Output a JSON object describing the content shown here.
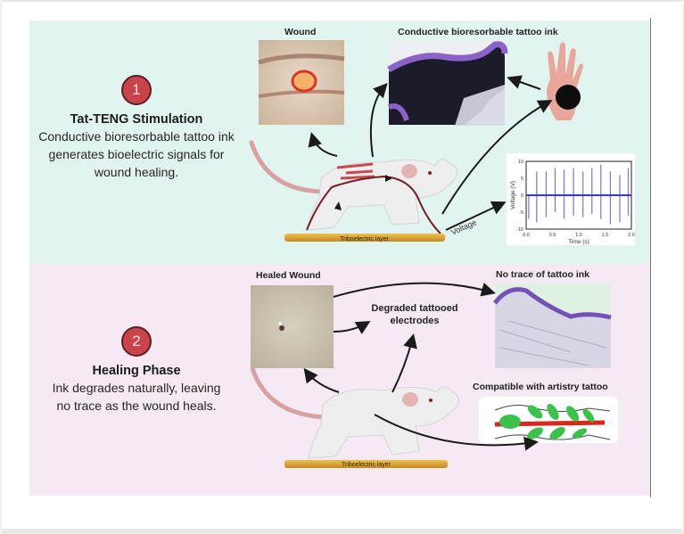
{
  "steps": [
    {
      "number": "1",
      "title": "Tat-TENG Stimulation",
      "description": "Conductive bioresorbable tattoo ink generates bioelectric signals for wound healing."
    },
    {
      "number": "2",
      "title": "Healing Phase",
      "description": "Ink degrades naturally, leaving no trace as the wound heals."
    }
  ],
  "panel1": {
    "wound_label": "Wound",
    "ink_label": "Conductive bioresorbable tattoo ink",
    "triboelectric_label": "Triboelectric layer",
    "voltage_label": "Voltage"
  },
  "panel2": {
    "healed_label": "Healed Wound",
    "degraded_label": "Degraded tattooed electrodes",
    "no_trace_label": "No trace of tattoo ink",
    "artistry_label": "Compatible with artistry tattoo",
    "triboelectric_label": "Triboelectric layer"
  },
  "colors": {
    "panel1_bg": "#e2f4ef",
    "panel2_bg": "#f5e9f4",
    "badge": "#c9434a",
    "signal": "#3b35d6",
    "tribo_layer": "#d9a53a",
    "tattoo_green": "#3cc24a",
    "tattoo_red": "#d8281e"
  },
  "chart_data": {
    "type": "line",
    "title": "",
    "xlabel": "Time (s)",
    "ylabel": "Voltage (V)",
    "xlim": [
      0.0,
      2.0
    ],
    "ylim": [
      -10,
      10
    ],
    "xticks": [
      "0.0",
      "0.5",
      "1.0",
      "1.5",
      "2.0"
    ],
    "yticks": [
      "10",
      "5",
      "0",
      "-5",
      "-10"
    ],
    "pulses": [
      {
        "t": 0.05,
        "up": 0,
        "down": -7
      },
      {
        "t": 0.2,
        "up": 7,
        "down": -8
      },
      {
        "t": 0.38,
        "up": 7,
        "down": -6.5
      },
      {
        "t": 0.55,
        "up": 8,
        "down": -5
      },
      {
        "t": 0.72,
        "up": 7.5,
        "down": -7
      },
      {
        "t": 0.9,
        "up": 8,
        "down": -6
      },
      {
        "t": 1.08,
        "up": 7,
        "down": -6.5
      },
      {
        "t": 1.25,
        "up": 8,
        "down": -5.5
      },
      {
        "t": 1.42,
        "up": 9,
        "down": -7
      },
      {
        "t": 1.6,
        "up": 7,
        "down": -8.5
      },
      {
        "t": 1.78,
        "up": 6,
        "down": -8
      },
      {
        "t": 1.94,
        "up": 8,
        "down": -6
      }
    ],
    "grid": false,
    "legend": "none"
  }
}
